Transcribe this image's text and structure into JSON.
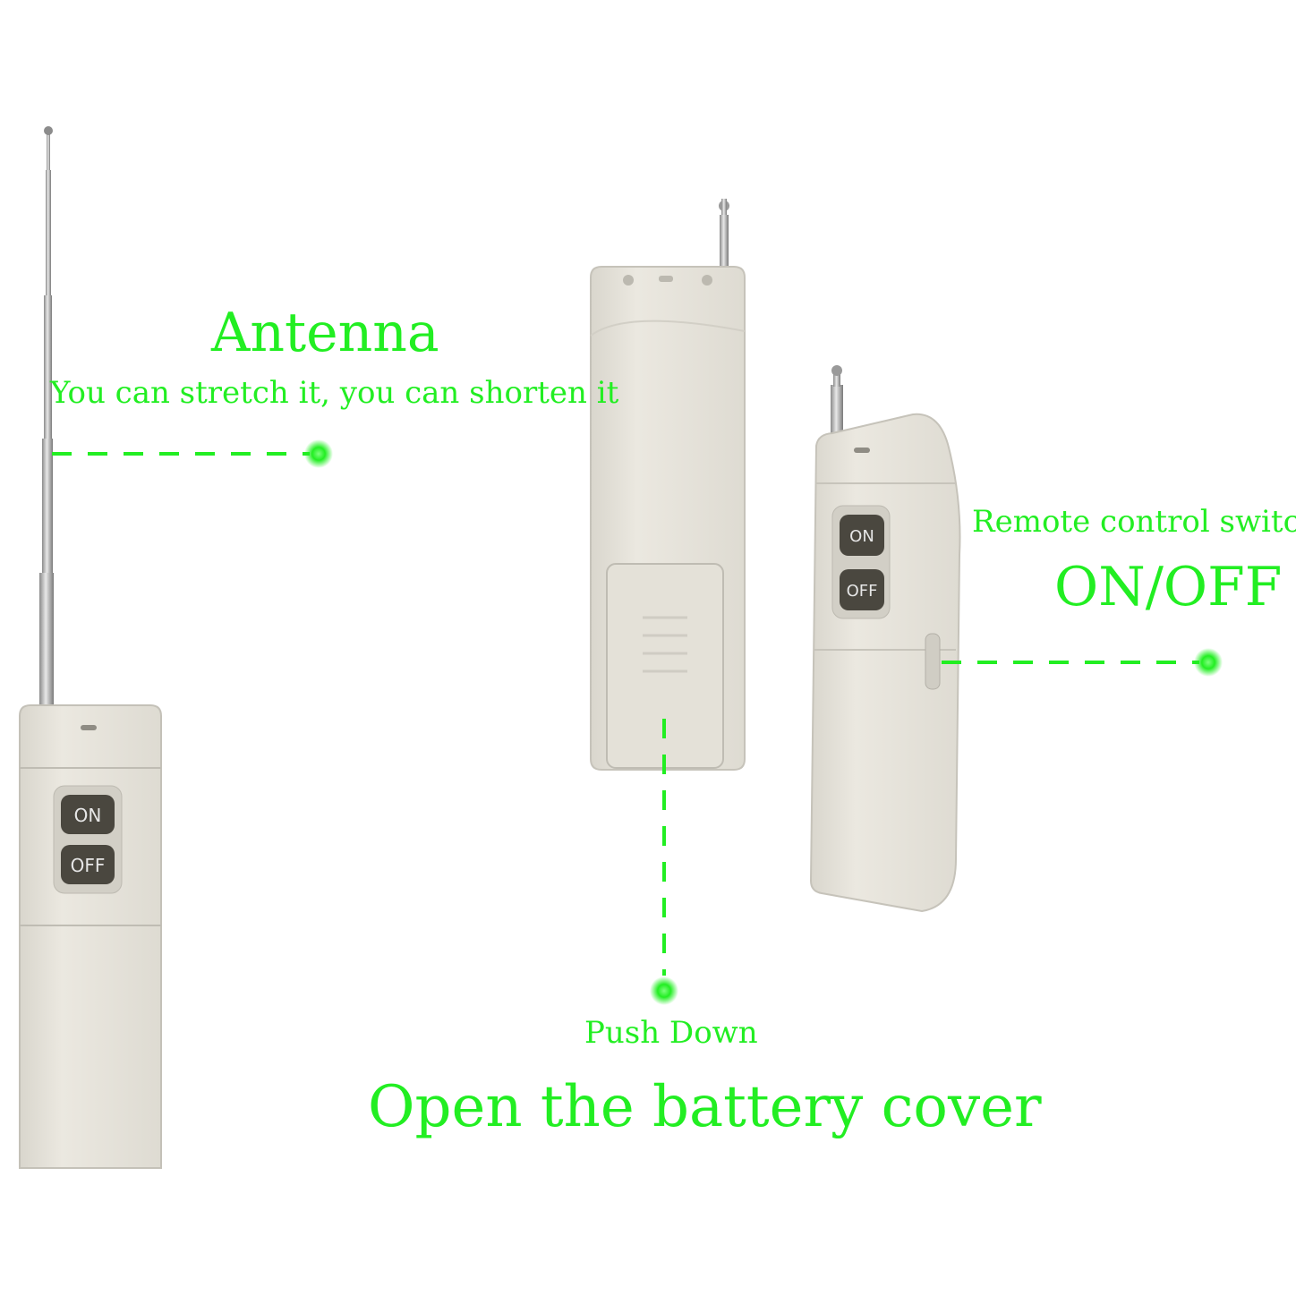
{
  "annotations": {
    "antenna_title": "Antenna",
    "antenna_subtitle": "You can stretch it, you can shorten it",
    "switch_title": "Remote control switch",
    "switch_subtitle": "ON/OFF",
    "push_down": "Push Down",
    "battery_cover": "Open the battery cover"
  },
  "remote_buttons": {
    "on": "ON",
    "off": "OFF"
  },
  "colors": {
    "callout_green": "#22ee22",
    "remote_body": "#e8e5dc",
    "button_dark": "#4a473f"
  }
}
